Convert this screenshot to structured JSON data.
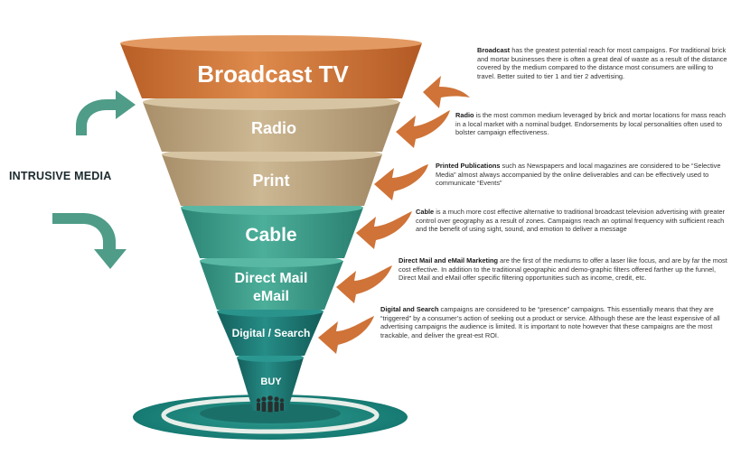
{
  "side_label": "INTRUSIVE MEDIA",
  "tiers": [
    {
      "label": "Broadcast TV",
      "color": "#d0763a"
    },
    {
      "label": "Radio",
      "color": "#bfa883"
    },
    {
      "label": "Print",
      "color": "#bfa883"
    },
    {
      "label": "Cable",
      "color": "#3f9e8c"
    },
    {
      "label": "Direct Mail",
      "label2": "eMail",
      "color": "#3f9e8c"
    },
    {
      "label": "Digital / Search",
      "color": "#1f7b77"
    }
  ],
  "buy_label": "BUY",
  "notes": [
    {
      "bold": "Broadcast",
      "text": " has the greatest potential reach for most campaigns.  For traditional brick and mortar businesses there is often a great deal of waste as a result of the distance covered by the medium compared to the distance most consumers are willing to travel.  Better suited to tier 1 and tier 2 advertising."
    },
    {
      "bold": "Radio",
      "text": " is the most common medium leveraged by brick and mortar locations for mass reach in a  local market with a nominal budget.  Endorsements by local personalities often used to bolster campaign effectiveness."
    },
    {
      "bold": "Printed Publications",
      "text": " such as Newspapers and local magazines are considered to be “Selective Media” almost always accompanied by the online deliverables and can be effectively used to communicate “Events”"
    },
    {
      "bold": "Cable",
      "text": " is a much more cost effective alternative to traditional broadcast television advertising with greater control over geography as a result of zones.  Campaigns reach an optimal frequency with sufficient reach and the benefit of using sight, sound, and emotion to deliver a message"
    },
    {
      "bold": "Direct Mail and eMail Marketing",
      "text": " are the first of the mediums to offer a laser like focus, and are by far the most cost effective.  In addition to the traditional geographic and demo-graphic filters offered farther up the funnel,  Direct Mail and eMail offer specific filtering opportunities such as  income, credit, etc."
    },
    {
      "bold": "Digital and Search",
      "text": " campaigns are considered to be “presence” campaigns.  This essentially means that they are “triggered” by a consumer’s action of seeking out a product or service.  Although these are the least expensive of all advertising campaigns the audience is limited.  It is important to note however that these campaigns are the most trackable, and deliver the great-est ROI."
    }
  ],
  "colors": {
    "orange": "#d0763a",
    "tan": "#bfa883",
    "teal": "#3f9e8c",
    "dark_teal": "#1f7b77",
    "arrow_orange": "#cf7338",
    "arrow_teal": "#4f9c88"
  }
}
